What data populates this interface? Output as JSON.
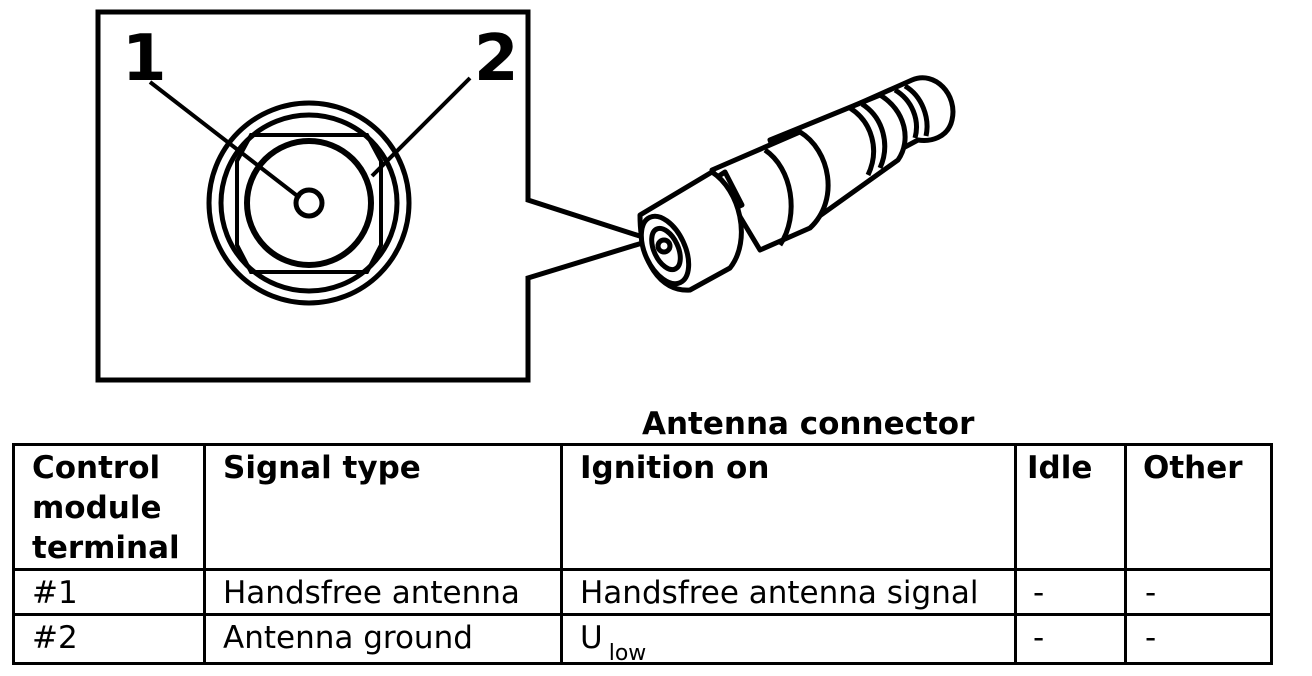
{
  "diagram": {
    "callouts": [
      "1",
      "2"
    ]
  },
  "caption": "Antenna connector",
  "table": {
    "headers": [
      "Control module terminal",
      "Signal type",
      "Ignition on",
      "Idle",
      "Other"
    ],
    "rows": [
      {
        "terminal": "#1",
        "signal": "Handsfree antenna",
        "ignition": "Handsfree antenna signal",
        "ignition_sub": "",
        "idle": "-",
        "other": "-"
      },
      {
        "terminal": "#2",
        "signal": "Antenna ground",
        "ignition": "U",
        "ignition_sub": "low",
        "idle": "-",
        "other": "-"
      }
    ]
  }
}
